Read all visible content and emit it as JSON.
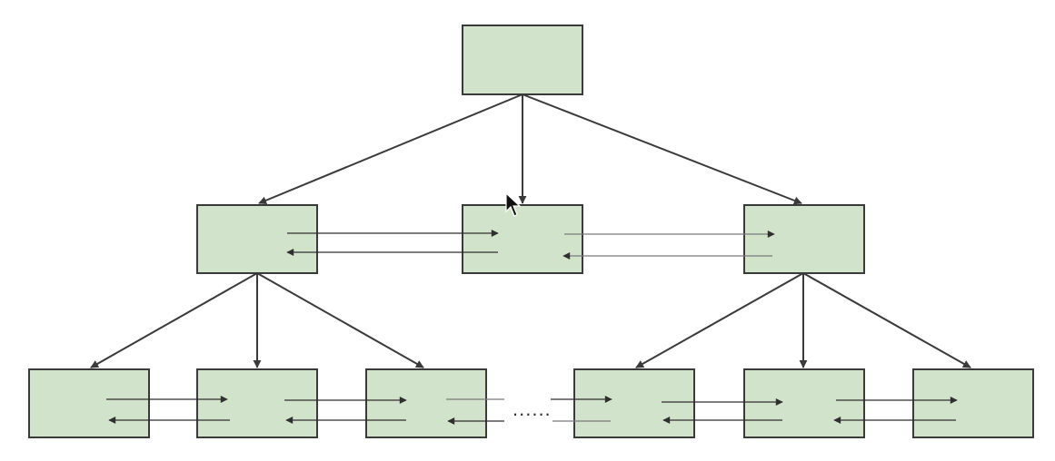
{
  "diagram": {
    "type": "tree",
    "fill_color": "#d2e3cc",
    "stroke_color": "#3a3a3a",
    "ellipsis": "......",
    "levels": [
      {
        "level": "root",
        "count": 1
      },
      {
        "level": "internal",
        "count": 3
      },
      {
        "level": "leaf",
        "count": 6,
        "gap_after_index": 2
      }
    ],
    "edges": [
      [
        "root",
        "mid-left"
      ],
      [
        "root",
        "mid-center"
      ],
      [
        "root",
        "mid-right"
      ],
      [
        "mid-left",
        "leaf-1"
      ],
      [
        "mid-left",
        "leaf-2"
      ],
      [
        "mid-left",
        "leaf-3"
      ],
      [
        "mid-right",
        "leaf-4"
      ],
      [
        "mid-right",
        "leaf-5"
      ],
      [
        "mid-right",
        "leaf-6"
      ]
    ],
    "sibling_links": "bidirectional",
    "cursor": "arrow-pointer"
  }
}
